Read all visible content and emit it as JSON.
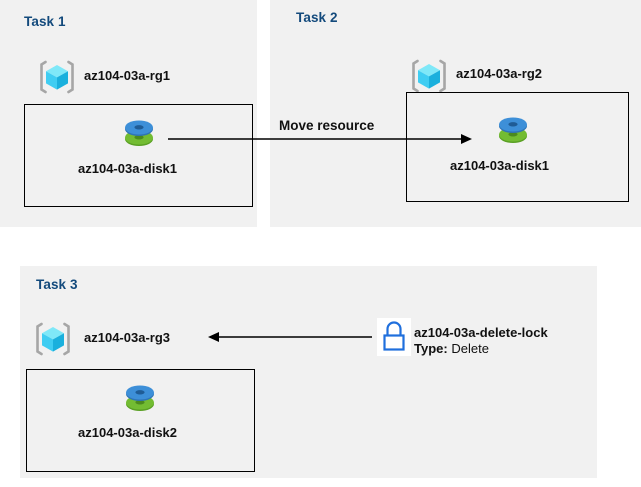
{
  "diagram": {
    "title_color": "#134a7c",
    "panel_bg": "#f1f1f1",
    "page_bg": "#ffffff",
    "box_border": "#000000",
    "arrow_color": "#000000",
    "lock_color": "#1f6fdd",
    "cube_top_color": "#7fe8f8",
    "cube_left_color": "#35c6ef",
    "cube_right_color": "#23a9d6",
    "bracket_color": "#a6a6a6",
    "disk_blue": "#3d8fd8",
    "disk_green": "#73bc32"
  },
  "tasks": [
    {
      "title": "Task 1",
      "resource_group": "az104-03a-rg1",
      "resource_group_icon": "resource-group-cube-icon",
      "resource": "az104-03a-disk1",
      "resource_icon": "disk-icon"
    },
    {
      "title": "Task 2",
      "resource_group": "az104-03a-rg2",
      "resource_group_icon": "resource-group-cube-icon",
      "resource": "az104-03a-disk1",
      "resource_icon": "disk-icon"
    },
    {
      "title": "Task 3",
      "resource_group": "az104-03a-rg3",
      "resource_group_icon": "resource-group-cube-icon",
      "resource": "az104-03a-disk2",
      "resource_icon": "disk-icon"
    }
  ],
  "connectors": {
    "move": {
      "label": "Move resource",
      "icon": "arrow-right-icon",
      "from": "az104-03a-disk1",
      "to": "az104-03a-rg2"
    },
    "lock": {
      "icon": "arrow-left-icon",
      "from": "az104-03a-delete-lock",
      "to": "az104-03a-rg3"
    }
  },
  "lock": {
    "icon": "padlock-icon",
    "name": "az104-03a-delete-lock",
    "type_label": "Type:",
    "type_value": "Delete"
  }
}
